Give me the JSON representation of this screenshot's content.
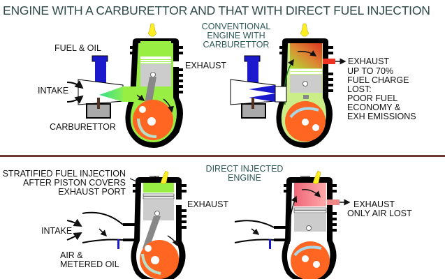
{
  "title": "ENGINE WITH A CARBURETTOR  AND THAT WITH DIRECT FUEL INJECTION",
  "top": {
    "heading": [
      "CONVENTIONAL",
      "ENGINE WITH",
      "CARBURETTOR"
    ],
    "left_labels": {
      "fuel_oil": "FUEL & OIL",
      "intake": "INTAKE",
      "carburettor": "CARBURETTOR",
      "exhaust": "EXHAUST"
    },
    "right_labels": {
      "exhaust": "EXHAUST",
      "note": [
        "UP TO 70%",
        "FUEL CHARGE",
        "LOST:",
        "POOR FUEL",
        "ECONOMY &",
        "EXH EMISSIONS"
      ]
    }
  },
  "bottom": {
    "heading": [
      "DIRECT INJECTED",
      "ENGINE"
    ],
    "left_labels": {
      "stratified": [
        "STRATIFIED FUEL INJECTION",
        "AFTER PISTON COVERS",
        "EXHAUST PORT"
      ],
      "intake": "INTAKE",
      "air_oil": [
        "AIR &",
        "METERED OIL"
      ],
      "exhaust": "EXHAUST"
    },
    "right_labels": {
      "exhaust": "EXHAUST",
      "note": "ONLY AIR LOST"
    }
  },
  "colors": {
    "title": "#2e4a48",
    "divider": "#6b3a34",
    "fresh_charge": "#99ee44",
    "crankcase": "#ff6622",
    "carb_blue": "#1a1acc",
    "exhaust_red": "#ee3322",
    "spark": "#ffee22"
  }
}
